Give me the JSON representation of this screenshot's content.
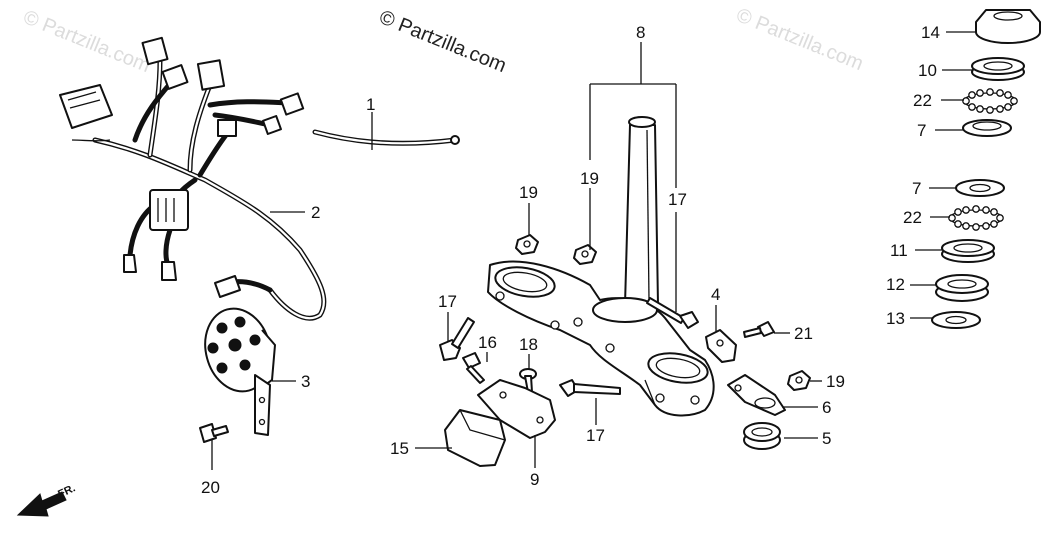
{
  "watermarks": {
    "main": "© Partzilla.com",
    "faint_left": "© Partzilla.com",
    "faint_right": "© Partzilla.com"
  },
  "direction_marker": "FR.",
  "callouts": [
    "1",
    "2",
    "3",
    "4",
    "5",
    "6",
    "7",
    "7",
    "8",
    "9",
    "10",
    "11",
    "12",
    "13",
    "14",
    "15",
    "16",
    "17",
    "17",
    "17",
    "18",
    "19",
    "19",
    "19",
    "20",
    "21",
    "22",
    "22"
  ]
}
